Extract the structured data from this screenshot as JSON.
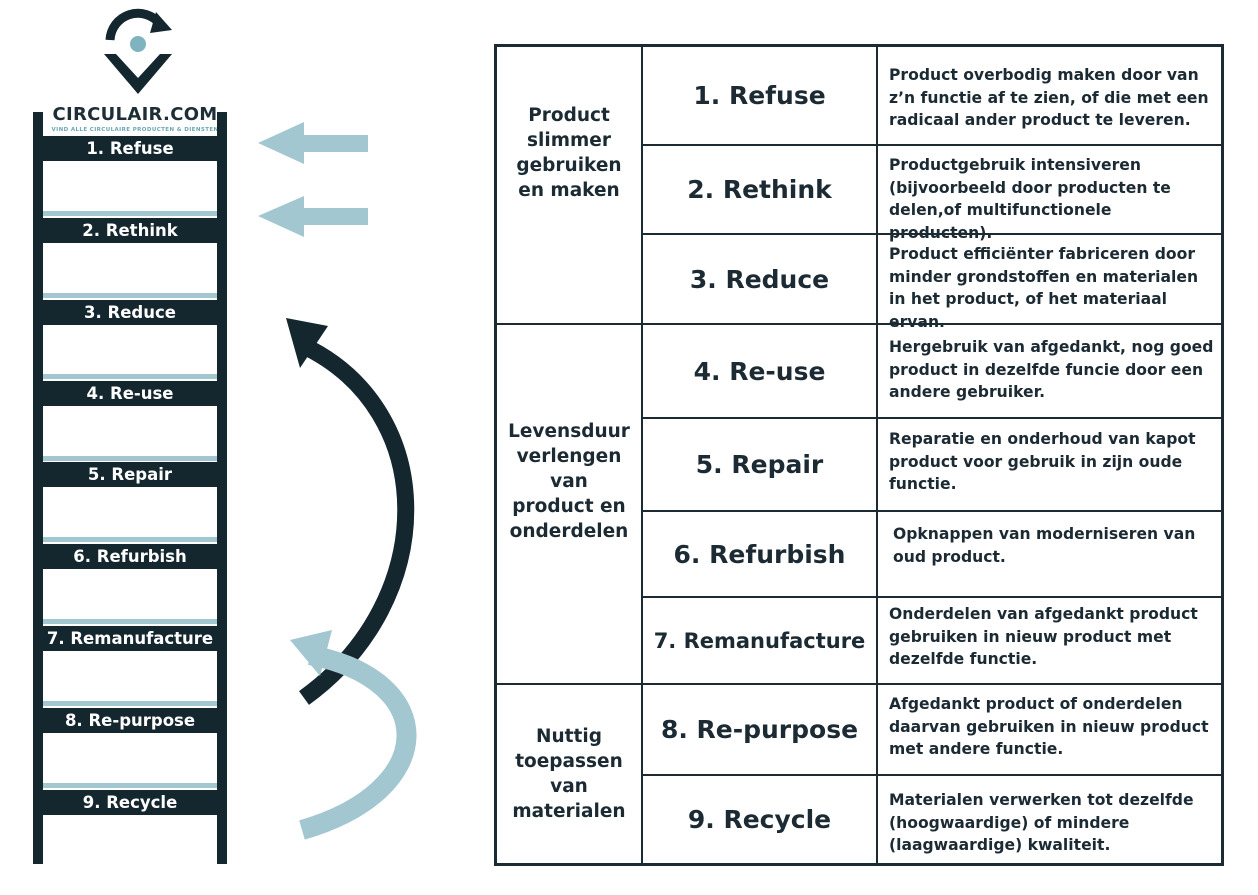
{
  "logo": {
    "brand": "CIRCULAIR.COM",
    "tagline": "VIND ALLE CIRCULAIRE PRODUCTEN & DIENSTEN",
    "icon": "location-recycle-icon"
  },
  "ladder": {
    "rungs": [
      "1. Refuse",
      "2. Rethink",
      "3. Reduce",
      "4. Re-use",
      "5. Repair",
      "6. Refurbish",
      "7. Remanufacture",
      "8. Re-purpose",
      "9. Recycle"
    ]
  },
  "colors": {
    "dark": "#14262e",
    "light": "#a3c7d1",
    "text": "#1b2a33"
  },
  "table": {
    "groups": [
      {
        "label": "Product slimmer gebruiken en maken"
      },
      {
        "label": "Levensduur verlengen van product en onderdelen"
      },
      {
        "label": "Nuttig toepassen van materialen"
      }
    ],
    "steps": [
      {
        "name": "1. Refuse",
        "desc": "Product overbodig maken door van z’n functie af te zien, of die met een radicaal ander product te leveren."
      },
      {
        "name": "2. Rethink",
        "desc": "Productgebruik intensiveren (bijvoorbeeld door producten te delen,of multifunctionele producten)."
      },
      {
        "name": "3. Reduce",
        "desc": "Product efficiënter fabriceren door minder grondstoffen en materialen in het product, of het materiaal ervan."
      },
      {
        "name": "4. Re-use",
        "desc": "Hergebruik van afgedankt, nog goed product in dezelfde funcie door een andere gebruiker."
      },
      {
        "name": "5. Repair",
        "desc": "Reparatie en onderhoud van kapot product voor gebruik in zijn oude functie."
      },
      {
        "name": "6. Refurbish",
        "desc": "Opknappen van moderniseren van oud product."
      },
      {
        "name": "7. Remanufacture",
        "desc": "Onderdelen van afgedankt product gebruiken in nieuw product met dezelfde functie."
      },
      {
        "name": "8. Re-purpose",
        "desc": "Afgedankt product of onderdelen daarvan gebruiken in nieuw product met andere functie."
      },
      {
        "name": "9. Recycle",
        "desc": "Materialen verwerken tot dezelfde (hoogwaardige) of mindere (laagwaardige) kwaliteit."
      }
    ]
  }
}
